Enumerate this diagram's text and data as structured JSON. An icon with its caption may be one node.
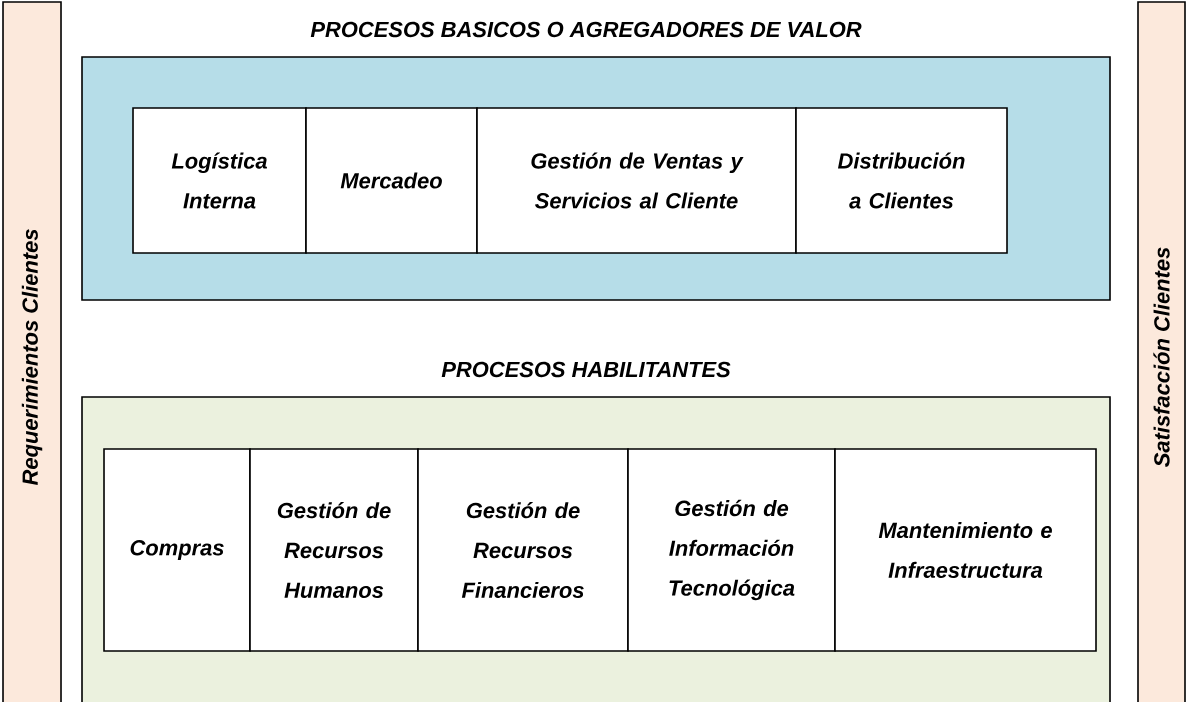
{
  "diagram": {
    "nodes": [
      {
        "text": [
          "Requerimientos Clientes"
        ]
      },
      {
        "text": [
          "PROCESOS BASICOS O AGREGADORES DE VALOR"
        ]
      },
      {
        "text": [
          "Logística Interna"
        ],
        "in": 1
      },
      {
        "text": [
          "Mercadeo"
        ],
        "in": 1
      },
      {
        "text": [
          "Gestión de Ventas y Servicios al Cliente"
        ],
        "in": 1
      },
      {
        "text": [
          "Distribución a Clientes"
        ],
        "in": 1
      },
      {
        "text": [
          "PROCESOS HABILITANTES"
        ]
      },
      {
        "text": [
          "Compras"
        ],
        "in": 6
      },
      {
        "text": [
          "Gestión de Recursos Humanos"
        ],
        "in": 6
      },
      {
        "text": [
          "Gestión de Recursos Financieros"
        ],
        "in": 6
      },
      {
        "text": [
          "Gestión de Información Tecnológica"
        ],
        "in": 6
      },
      {
        "text": [
          "Mantenimiento e Infraestructura"
        ],
        "in": 6
      },
      {
        "text": [
          "Satisfacción Clientes"
        ]
      }
    ]
  }
}
